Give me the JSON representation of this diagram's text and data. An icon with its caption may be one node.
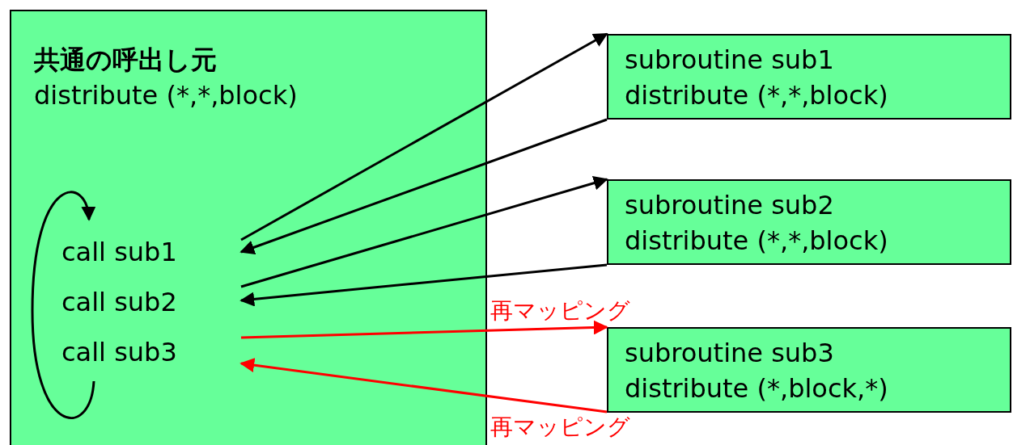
{
  "diagram": {
    "nodes": [
      {
        "text": [
          "共通の呼出し元",
          "distribute (*,*,block)"
        ]
      },
      {
        "text": [
          "call sub1"
        ],
        "in": 0
      },
      {
        "text": [
          "call sub2"
        ],
        "in": 0
      },
      {
        "text": [
          "call sub3"
        ],
        "in": 0
      },
      {
        "text": [
          "subroutine sub1",
          "distribute (*,*,block)"
        ]
      },
      {
        "text": [
          "subroutine sub2",
          "distribute (*,*,block)"
        ]
      },
      {
        "text": [
          "subroutine sub3",
          "distribute (*,block,*)"
        ]
      }
    ],
    "edges": [
      {
        "from": 1,
        "to": 4,
        "arrow": "to"
      },
      {
        "from": 4,
        "to": 1,
        "arrow": "to"
      },
      {
        "from": 2,
        "to": 5,
        "arrow": "to"
      },
      {
        "from": 5,
        "to": 2,
        "arrow": "to"
      },
      {
        "from": 3,
        "to": 6,
        "arrow": "to",
        "label": "再マッピング",
        "color": "#ff0000"
      },
      {
        "from": 6,
        "to": 3,
        "arrow": "to",
        "label": "再マッピング",
        "color": "#ff0000"
      }
    ]
  }
}
